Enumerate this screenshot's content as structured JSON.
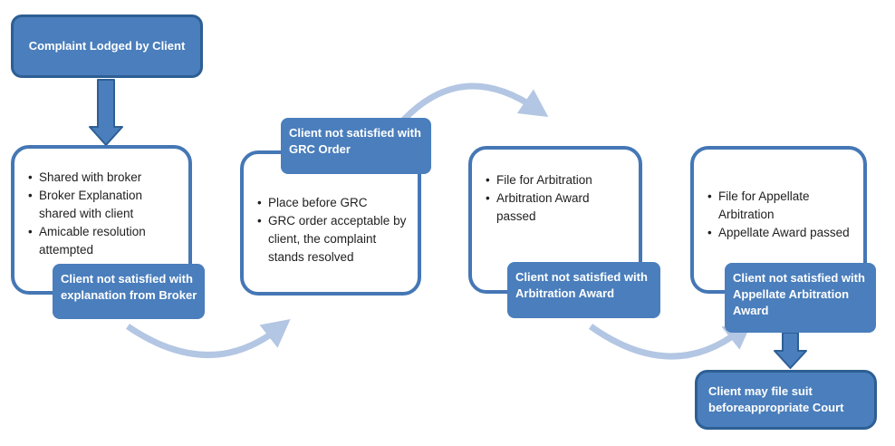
{
  "colors": {
    "accent": "#4a7ebc",
    "accent-dark": "#2d5f94",
    "box-border": "#4577b5",
    "arrow-light": "#b3c6e3",
    "text-dark": "#1f1f1f",
    "bg": "#ffffff"
  },
  "flow": {
    "start": {
      "label": "Complaint Lodged by Client"
    },
    "stage_broker": {
      "bullets": [
        "Shared with broker",
        "Broker Explanation shared with client",
        "Amicable resolution attempted"
      ],
      "outcome_label": "Client not satisfied with explanation from Broker"
    },
    "stage_grc": {
      "top_label": "Client not satisfied with GRC Order",
      "bullets": [
        "Place before GRC",
        "GRC order acceptable by client, the complaint stands resolved"
      ]
    },
    "stage_arbitration": {
      "bullets": [
        "File for Arbitration",
        "Arbitration Award passed"
      ],
      "outcome_label": "Client not satisfied with Arbitration Award"
    },
    "stage_appellate": {
      "bullets": [
        "File for Appellate Arbitration",
        "Appellate Award passed"
      ],
      "outcome_label": "Client not satisfied with Appellate Arbitration Award"
    },
    "end": {
      "label": "Client may file suit beforeappropriate Court"
    }
  }
}
